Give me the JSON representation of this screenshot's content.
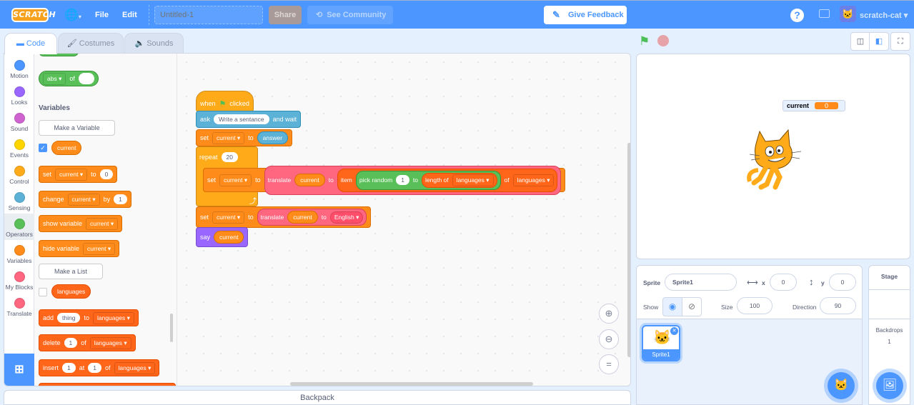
{
  "menubar": {
    "logo": "SCRATCH",
    "language_icon": "globe-icon",
    "file": "File",
    "edit": "Edit",
    "project_title_placeholder": "Untitled-1",
    "share": "Share",
    "see_community": "See Community",
    "give_feedback": "Give Feedback",
    "help": "?",
    "username": "scratch-cat"
  },
  "tabs": [
    {
      "label": "Code",
      "icon": "code-icon",
      "active": true
    },
    {
      "label": "Costumes",
      "icon": "brush-icon"
    },
    {
      "label": "Sounds",
      "icon": "speaker-icon"
    }
  ],
  "categories": [
    {
      "label": "Motion",
      "color": "#4c97ff"
    },
    {
      "label": "Looks",
      "color": "#9966ff"
    },
    {
      "label": "Sound",
      "color": "#cf63cf"
    },
    {
      "label": "Events",
      "color": "#ffd500"
    },
    {
      "label": "Control",
      "color": "#ffab19"
    },
    {
      "label": "Sensing",
      "color": "#5cb1d6"
    },
    {
      "label": "Operators",
      "color": "#59c059"
    },
    {
      "label": "Variables",
      "color": "#ff8c1a"
    },
    {
      "label": "My Blocks",
      "color": "#ff6680"
    },
    {
      "label": "Translate",
      "color": "#ff6680"
    }
  ],
  "palette": {
    "abs_op": "abs",
    "of": "of",
    "variables_heading": "Variables",
    "make_variable": "Make a Variable",
    "variable_name": "current",
    "set": "set",
    "to": "to",
    "set_value": "0",
    "change": "change",
    "by": "by",
    "change_value": "1",
    "show_variable": "show variable",
    "hide_variable": "hide variable",
    "make_list": "Make a List",
    "list_name": "languages",
    "add": "add",
    "add_item": "thing",
    "delete": "delete",
    "delete_index": "1",
    "insert": "insert",
    "insert_value": "1",
    "at": "at",
    "insert_index": "1"
  },
  "script": {
    "when": "when",
    "clicked": "clicked",
    "ask": "ask",
    "ask_text": "Write a sentance",
    "and_wait": "and wait",
    "set": "set",
    "var": "current",
    "to": "to",
    "answer": "answer",
    "repeat": "repeat",
    "repeat_count": "20",
    "translate": "translate",
    "item": "item",
    "pick_random": "pick random",
    "random_from": "1",
    "length_of": "length of",
    "list": "languages",
    "of": "of",
    "english": "English",
    "say": "say"
  },
  "zoom_controls": {
    "zoom_in": "+",
    "zoom_out": "−",
    "reset": "="
  },
  "backpack": "Backpack",
  "stage": {
    "monitor_label": "current",
    "monitor_value": "0"
  },
  "sprite_info": {
    "sprite_label": "Sprite",
    "sprite_name": "Sprite1",
    "x_label": "x",
    "x": "0",
    "y_label": "y",
    "y": "0",
    "show_label": "Show",
    "size_label": "Size",
    "size": "100",
    "direction_label": "Direction",
    "direction": "90"
  },
  "sprites": [
    {
      "name": "Sprite1",
      "selected": true
    }
  ],
  "stage_pane": {
    "title": "Stage",
    "backdrops_label": "Backdrops",
    "backdrops_count": "1"
  }
}
